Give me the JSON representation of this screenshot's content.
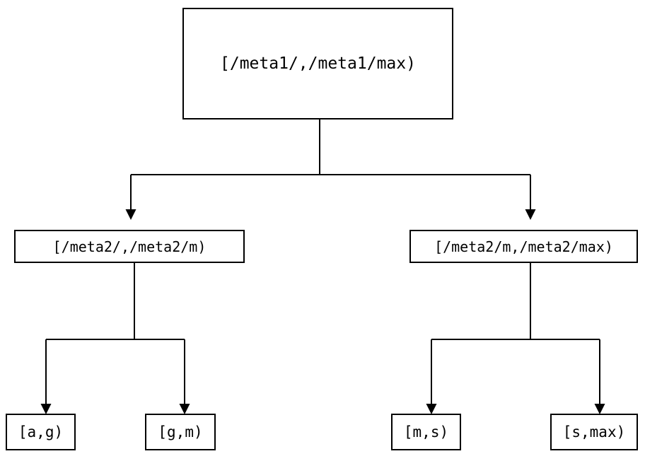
{
  "diagram": {
    "type": "tree",
    "title": "",
    "background_color": "#ffffff",
    "line_color": "#000000",
    "text_color": "#000000",
    "nodes": {
      "root": {
        "label": "[/meta1/,/meta1/max)"
      },
      "mid_left": {
        "label": "[/meta2/,/meta2/m)"
      },
      "mid_right": {
        "label": "[/meta2/m,/meta2/max)"
      },
      "leaf_ag": {
        "label": "[a,g)"
      },
      "leaf_gm": {
        "label": "[g,m)"
      },
      "leaf_ms": {
        "label": "[m,s)"
      },
      "leaf_smax": {
        "label": "[s,max)"
      }
    },
    "edges": [
      {
        "from": "root",
        "to": "mid_left",
        "arrow": "triangle-down"
      },
      {
        "from": "root",
        "to": "mid_right",
        "arrow": "triangle-down"
      },
      {
        "from": "mid_left",
        "to": "leaf_ag",
        "arrow": "triangle-down"
      },
      {
        "from": "mid_left",
        "to": "leaf_gm",
        "arrow": "triangle-down"
      },
      {
        "from": "mid_right",
        "to": "leaf_ms",
        "arrow": "triangle-down"
      },
      {
        "from": "mid_right",
        "to": "leaf_smax",
        "arrow": "triangle-down"
      }
    ]
  }
}
